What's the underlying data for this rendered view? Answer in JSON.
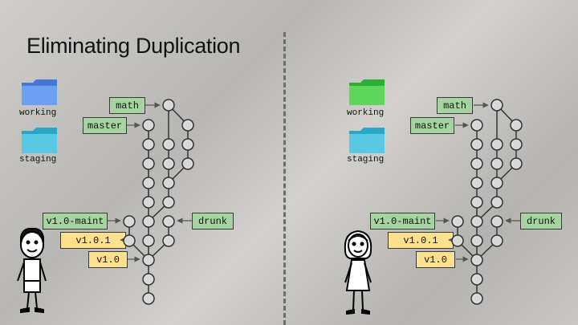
{
  "slide": {
    "title": "Eliminating Duplication",
    "folders": {
      "working_label": "working",
      "staging_label": "staging"
    },
    "branches": {
      "math": "math",
      "master": "master",
      "v1_maint": "v1.0-maint",
      "drunk": "drunk"
    },
    "tags": {
      "v101": "v1.0.1",
      "v10": "v1.0"
    },
    "colors": {
      "left_working_folder": "#5b8fe8",
      "right_working_folder": "#4cc94c",
      "staging_folder": "#4fbfdc",
      "branch_label": "#a6d4a0",
      "tag_label": "#ffe08e",
      "commit_fill": "#d9d9d9"
    },
    "figures": [
      "boy-figure",
      "girl-figure"
    ]
  }
}
